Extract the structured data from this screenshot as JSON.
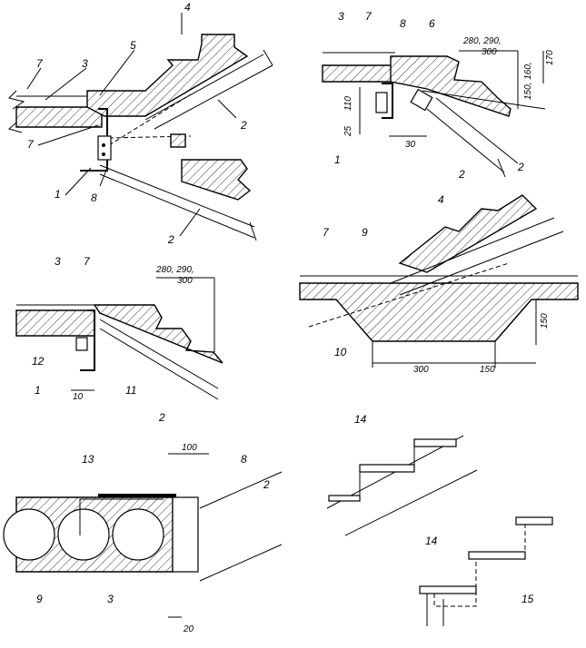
{
  "detail_a": {
    "labels": [
      "4",
      "7",
      "3",
      "5",
      "7",
      "2",
      "1",
      "8",
      "2"
    ]
  },
  "detail_b": {
    "labels": [
      "3",
      "7",
      "8",
      "6",
      "1",
      "2"
    ],
    "dims": [
      "280, 290,",
      "300",
      "150, 160,",
      "170",
      "110",
      "25",
      "30"
    ]
  },
  "detail_c": {
    "labels": [
      "4",
      "2",
      "7",
      "9",
      "10"
    ],
    "dims": [
      "150",
      "300",
      "150"
    ]
  },
  "detail_d": {
    "labels": [
      "3",
      "7",
      "12",
      "1",
      "11",
      "2"
    ],
    "dims": [
      "280, 290,",
      "300",
      "10"
    ]
  },
  "detail_e": {
    "labels": [
      "13",
      "8",
      "2",
      "9",
      "3"
    ],
    "dims": [
      "100",
      "20"
    ]
  },
  "detail_f": {
    "labels": [
      "14",
      "14",
      "15"
    ]
  }
}
